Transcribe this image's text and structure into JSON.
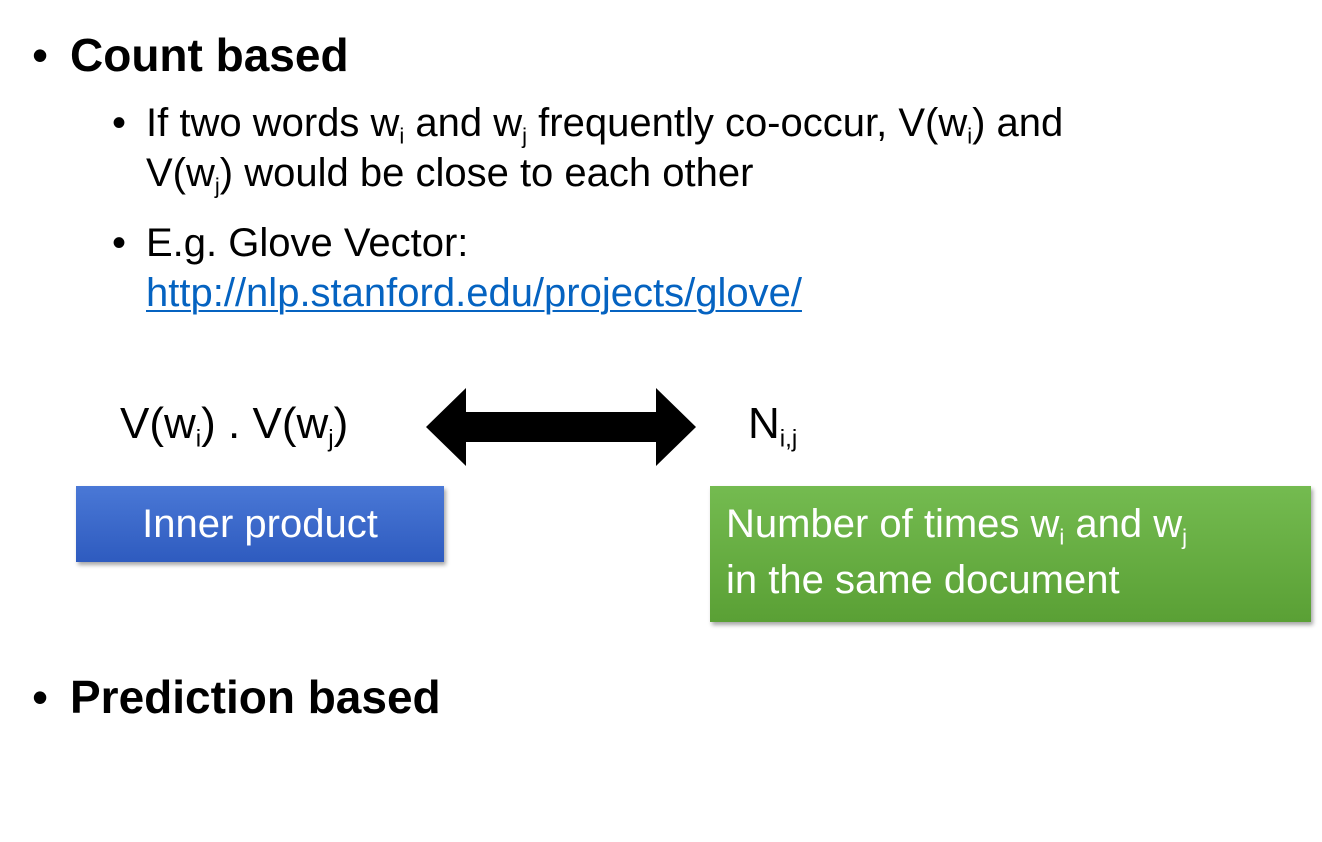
{
  "bullets": {
    "dot": "•",
    "count_based": "Count based",
    "prediction_based": "Prediction based"
  },
  "sub_bullets": {
    "dot": "•",
    "item1": {
      "t1": "If two words w",
      "s1": "i",
      "t2": " and w",
      "s2": "j",
      "t3": " frequently co-occur, V(w",
      "s3": "i",
      "t4": ") and",
      "line2_t1": "V(w",
      "line2_s1": "j",
      "line2_t2": ") would be close to each other"
    },
    "item2": {
      "text": "E.g. Glove Vector:",
      "link": "http://nlp.stanford.edu/projects/glove/"
    }
  },
  "formula": {
    "left_t1": "V(w",
    "left_s1": "i",
    "left_t2": ") . V(w",
    "left_s2": "j",
    "left_t3": ")",
    "right_t1": "N",
    "right_s1": "i,j"
  },
  "boxes": {
    "inner_product": "Inner product",
    "count": {
      "t1": "Number of times w",
      "s1": "i",
      "t2": " and w",
      "s2": "j",
      "line2": "in the same document"
    }
  },
  "colors": {
    "link": "#0563c1",
    "blue_box": "#3f6fd1",
    "green_box": "#6ab045",
    "arrow": "#000000"
  }
}
